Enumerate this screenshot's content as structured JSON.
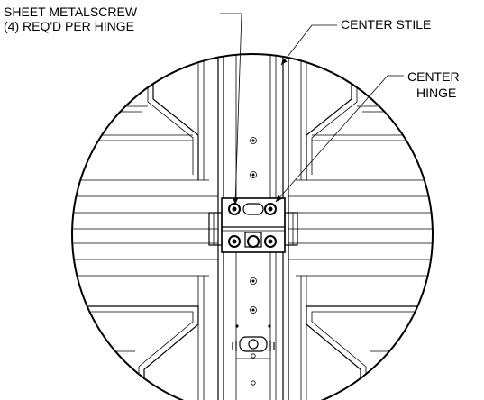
{
  "callouts": {
    "screw_line1": "SHEET METALSCREW",
    "screw_line2": "(4) REQ'D PER HINGE",
    "center_stile": "CENTER STILE",
    "center_hinge_line1": "CENTER",
    "center_hinge_line2": "HINGE"
  },
  "icons": {
    "arrowhead": "leader-arrowhead"
  },
  "colors": {
    "ink": "#000000",
    "background": "#ffffff"
  }
}
